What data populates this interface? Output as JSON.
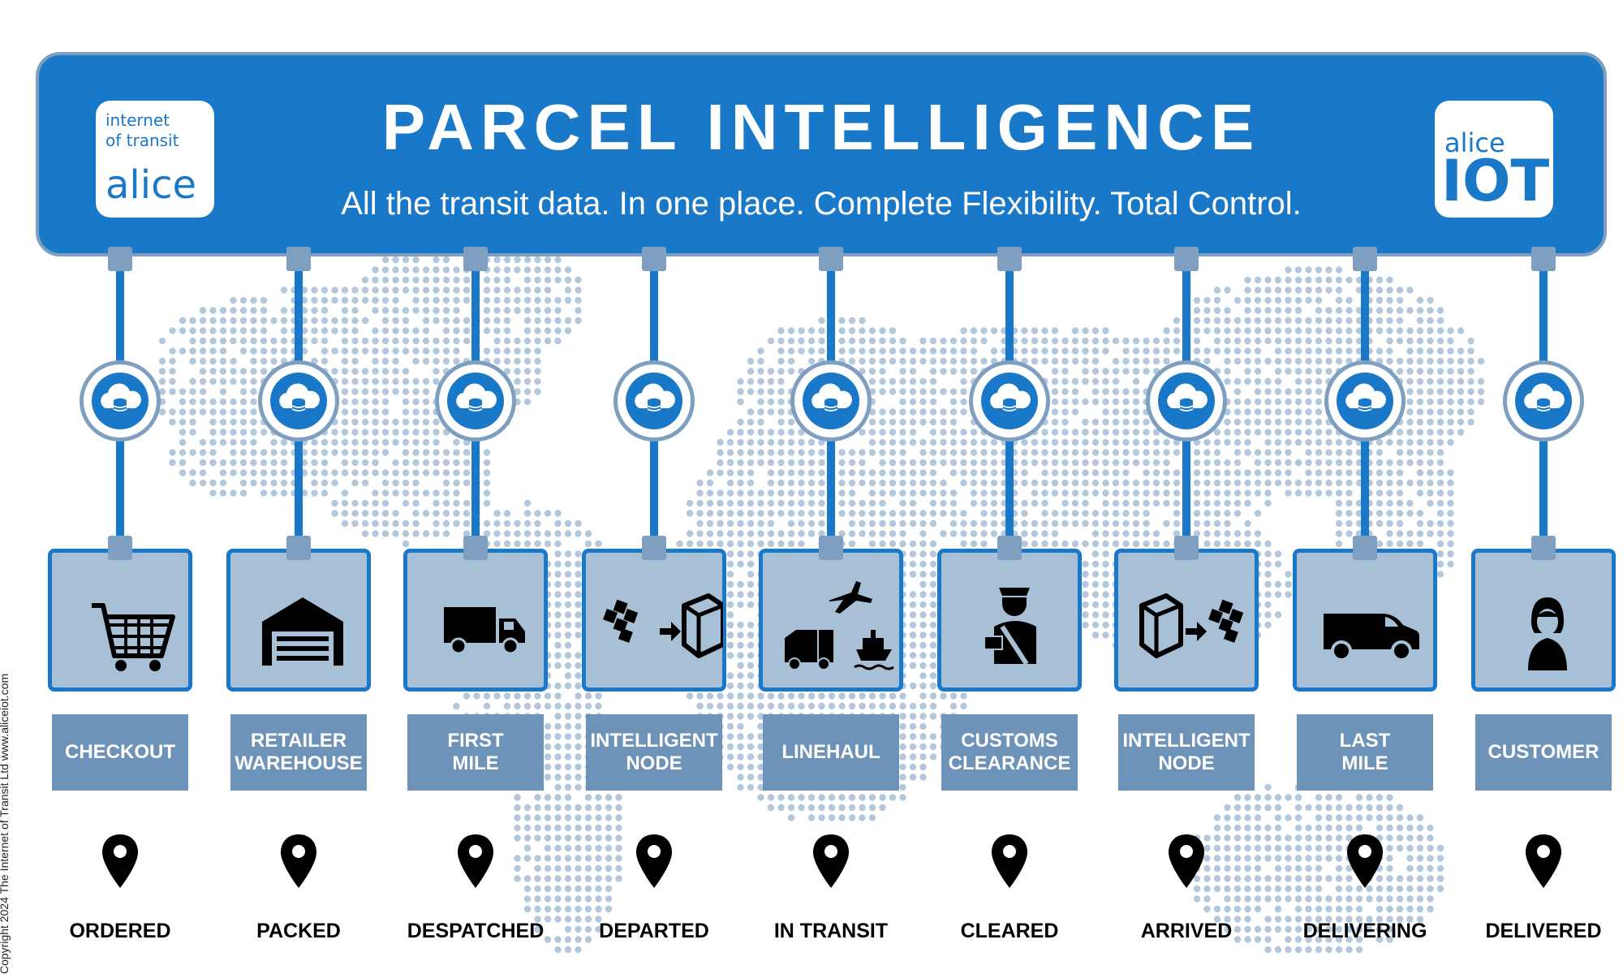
{
  "header": {
    "title": "PARCEL INTELLIGENCE",
    "tagline": "All the transit data.  In one place.  Complete Flexibility.  Total Control.",
    "logo_left": {
      "line1": "internet",
      "line2": "of transit",
      "brand": "alice"
    },
    "logo_right": {
      "line1": "alice",
      "line2": "IOT"
    }
  },
  "stages": [
    {
      "label": "CHECKOUT",
      "status": "ORDERED",
      "icon": "shopping-cart-icon"
    },
    {
      "label": "RETAILER\nWAREHOUSE",
      "status": "PACKED",
      "icon": "warehouse-icon"
    },
    {
      "label": "FIRST\nMILE",
      "status": "DESPATCHED",
      "icon": "truck-icon"
    },
    {
      "label": "INTELLIGENT\nNODE",
      "status": "DEPARTED",
      "icon": "parcels-into-box-icon"
    },
    {
      "label": "LINEHAUL",
      "status": "IN TRANSIT",
      "icon": "plane-truck-ship-icon"
    },
    {
      "label": "CUSTOMS\nCLEARANCE",
      "status": "CLEARED",
      "icon": "customs-officer-icon"
    },
    {
      "label": "INTELLIGENT\nNODE",
      "status": "ARRIVED",
      "icon": "box-out-to-parcels-icon"
    },
    {
      "label": "LAST\nMILE",
      "status": "DELIVERING",
      "icon": "delivery-van-icon"
    },
    {
      "label": "CUSTOMER",
      "status": "DELIVERED",
      "icon": "person-icon"
    }
  ],
  "node_icon": "cloud-database-icon",
  "pin_icon": "location-pin-icon",
  "copyright": "Copyright 2024 The Internet of Transit Ltd www.aliceiot.com",
  "colors": {
    "primary": "#1a78c8",
    "connector": "#7e9fbf",
    "box_fill": "#a8c0d6",
    "label_fill": "#6e93b9",
    "map_dots": "#b3c8dc"
  }
}
